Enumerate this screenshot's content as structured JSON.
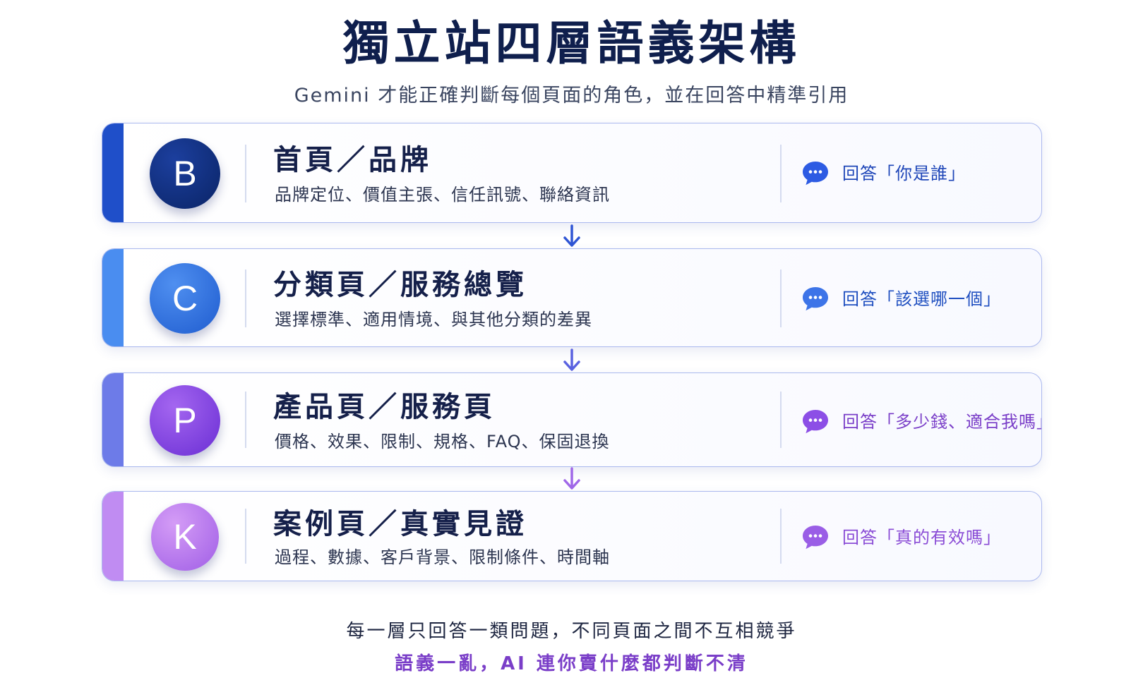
{
  "title": "獨立站四層語義架構",
  "subtitle": "Gemini 才能正確判斷每個頁面的角色，並在回答中精準引用",
  "layers": [
    {
      "letter": "B",
      "title": "首頁／品牌",
      "description": "品牌定位、價值主張、信任訊號、聯絡資訊",
      "answer": "回答「你是誰」",
      "icon": "chat-bubble-icon",
      "colors": {
        "bar": "#1f4fc9",
        "badge_from": "#1c3f9e",
        "badge_to": "#0a2466",
        "icon": "#2d5be3",
        "answer": "#1f46b8"
      }
    },
    {
      "letter": "C",
      "title": "分類頁／服務總覽",
      "description": "選擇標準、適用情境、與其他分類的差異",
      "answer": "回答「該選哪一個」",
      "icon": "chat-bubble-icon",
      "colors": {
        "bar": "#4a8df0",
        "badge_from": "#4f8ff0",
        "badge_to": "#1f5ccf",
        "icon": "#3d74e8",
        "answer": "#1f4fc0"
      }
    },
    {
      "letter": "P",
      "title": "產品頁／服務頁",
      "description": "價格、效果、限制、規格、FAQ、保固退換",
      "answer": "回答「多少錢、適合我嗎」",
      "icon": "chat-bubble-icon",
      "colors": {
        "bar": "#6d7be8",
        "badge_from": "#a466f0",
        "badge_to": "#6a2ed4",
        "icon": "#8c4ee6",
        "answer": "#7a3ec8"
      }
    },
    {
      "letter": "K",
      "title": "案例頁／真實見證",
      "description": "過程、數據、客戶背景、限制條件、時間軸",
      "answer": "回答「真的有效嗎」",
      "icon": "chat-bubble-icon",
      "colors": {
        "bar": "#c08cf2",
        "badge_from": "#d49cf6",
        "badge_to": "#a05ee6",
        "icon": "#9a5ee6",
        "answer": "#8a4cd6"
      }
    }
  ],
  "arrow_colors": [
    "#2f55d4",
    "#5a62e0",
    "#a068e8"
  ],
  "footer_line1": "每一層只回答一類問題，不同頁面之間不互相競爭",
  "footer_line2": "語義一亂，AI 連你賣什麼都判斷不清"
}
